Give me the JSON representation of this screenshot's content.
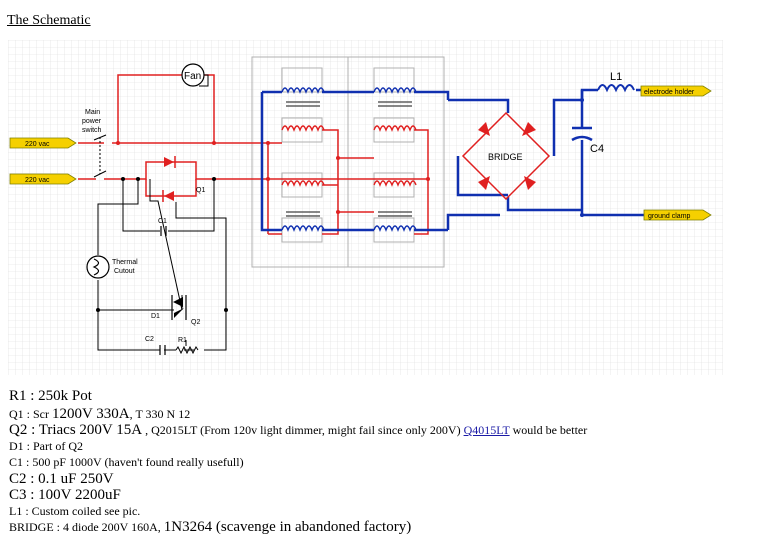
{
  "title": "The Schematic",
  "schematic": {
    "labels": {
      "fan": "Fan",
      "main_switch": [
        "Main",
        "power",
        "switch"
      ],
      "input_1": "220 vac",
      "input_2": "220 vac",
      "q1": "Q1",
      "c1": "C1",
      "thermal": [
        "Thermal",
        "Cutout"
      ],
      "d1": "D1",
      "q2": "Q2",
      "c2": "C2",
      "r1": "R1",
      "bridge": "BRIDGE",
      "l1": "L1",
      "c4": "C4",
      "electrode_holder": "electrode holder",
      "ground_clamp": "ground clamp"
    },
    "colors": {
      "mains": "#e02020",
      "dc_output": "#1030b0",
      "control": "#000000",
      "terminal_fill": "#f5d000",
      "grid": "#d9d9d9"
    }
  },
  "notes": {
    "r1": "R1 : 250k Pot",
    "q1_a": "Q1 : Scr ",
    "q1_b": "1200V 330A",
    "q1_c": ", T 330 N 12",
    "q2_a": "Q2 : Triacs 200V 15A",
    "q2_b": " , Q2015LT (From 120v light dimmer, might fail since only 200V) ",
    "q2_link": "Q4015LT",
    "q2_c": " would be better",
    "d1": "D1 : Part of Q2",
    "c1": "C1 : 500 pF 1000V (haven't found really usefull)",
    "c2": "C2 : 0.1 uF 250V",
    "c3": "C3 : 100V 2200uF",
    "l1": "L1 : Custom coiled see pic.",
    "bridge_a": "BRIDGE : 4 diode 200V 160A, ",
    "bridge_b": "1N3264",
    "bridge_c": " (scavenge in abandoned factory)"
  }
}
